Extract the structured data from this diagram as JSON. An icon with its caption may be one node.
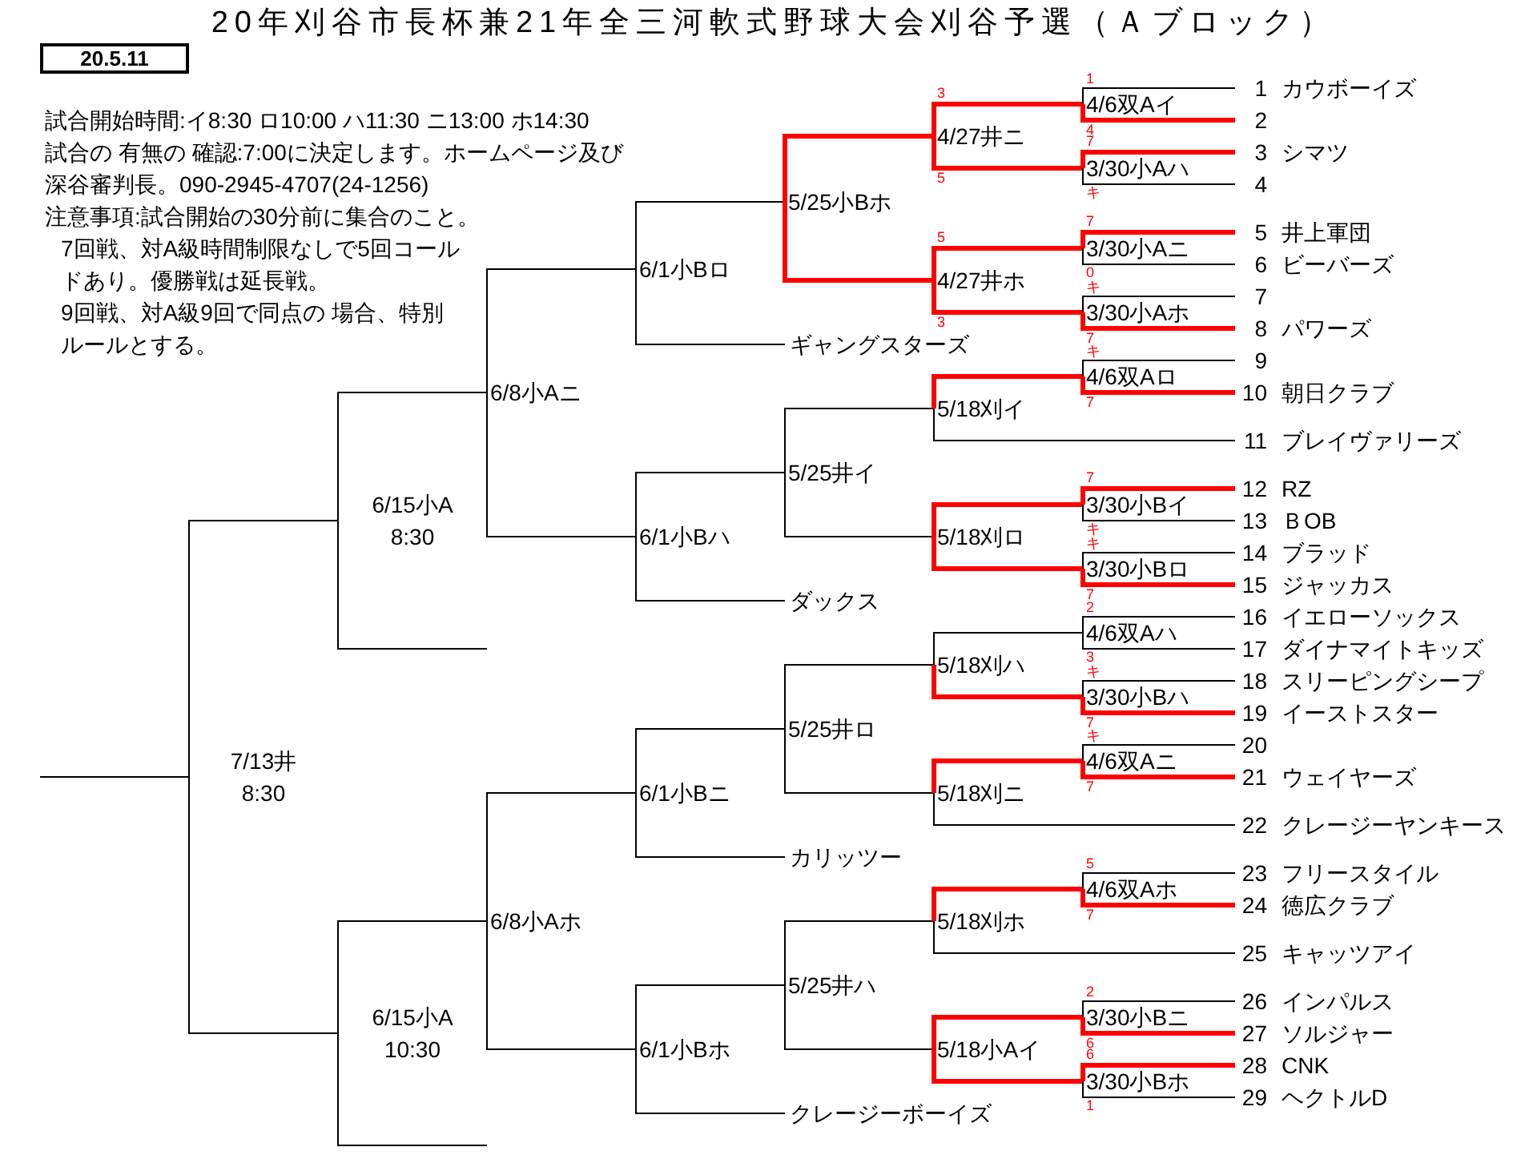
{
  "diagram": {
    "title": "20年刈谷市長杯兼21年全三河軟式野球大会刈谷予選（Ａブロック）",
    "nodes": [
      {
        "text": [
          "20.5.11"
        ]
      },
      {
        "text": [
          "7/13井",
          "8:30"
        ]
      },
      {
        "text": [
          "6/15小A",
          "8:30"
        ]
      },
      {
        "text": [
          "6/15小A",
          "10:30"
        ]
      },
      {
        "text": [
          "6/8小Aニ"
        ]
      },
      {
        "text": [
          "6/8小Aホ"
        ]
      },
      {
        "text": [
          "6/1小Bロ"
        ]
      },
      {
        "text": [
          "6/1小Bハ"
        ]
      },
      {
        "text": [
          "6/1小Bニ"
        ]
      },
      {
        "text": [
          "6/1小Bホ"
        ]
      },
      {
        "text": [
          "5/25小Bホ"
        ]
      },
      {
        "text": [
          "ギャングスターズ"
        ]
      },
      {
        "text": [
          "5/25井イ"
        ]
      },
      {
        "text": [
          "ダックス"
        ]
      },
      {
        "text": [
          "5/25井ロ"
        ]
      },
      {
        "text": [
          "カリッツー"
        ]
      },
      {
        "text": [
          "5/25井ハ"
        ]
      },
      {
        "text": [
          "クレージーボーイズ"
        ]
      },
      {
        "text": [
          "4/27井ニ"
        ]
      },
      {
        "text": [
          "4/27井ホ"
        ]
      },
      {
        "text": [
          "5/18刈イ"
        ]
      },
      {
        "text": [
          "5/18刈ロ"
        ]
      },
      {
        "text": [
          "5/18刈ハ"
        ]
      },
      {
        "text": [
          "5/18刈ニ"
        ]
      },
      {
        "text": [
          "5/18刈ホ"
        ]
      },
      {
        "text": [
          "5/18小Aイ"
        ]
      },
      {
        "text": [
          "4/6双Aイ"
        ]
      },
      {
        "text": [
          "3/30小Aハ"
        ]
      },
      {
        "text": [
          "3/30小Aニ"
        ]
      },
      {
        "text": [
          "3/30小Aホ"
        ]
      },
      {
        "text": [
          "4/6双Aロ"
        ]
      },
      {
        "text": [
          "3/30小Bイ"
        ]
      },
      {
        "text": [
          "3/30小Bロ"
        ]
      },
      {
        "text": [
          "4/6双Aハ"
        ]
      },
      {
        "text": [
          "3/30小Bハ"
        ]
      },
      {
        "text": [
          "4/6双Aニ"
        ]
      },
      {
        "text": [
          "4/6双Aホ"
        ]
      },
      {
        "text": [
          "3/30小Bニ"
        ]
      },
      {
        "text": [
          "3/30小Bホ"
        ]
      },
      {
        "text": [
          "1",
          "カウボーイズ"
        ]
      },
      {
        "text": [
          "2"
        ]
      },
      {
        "text": [
          "3",
          "シマツ"
        ]
      },
      {
        "text": [
          "4"
        ]
      },
      {
        "text": [
          "5",
          "井上軍団"
        ]
      },
      {
        "text": [
          "6",
          "ビーバーズ"
        ]
      },
      {
        "text": [
          "7"
        ]
      },
      {
        "text": [
          "8",
          "パワーズ"
        ]
      },
      {
        "text": [
          "9"
        ]
      },
      {
        "text": [
          "10",
          "朝日クラブ"
        ]
      },
      {
        "text": [
          "11",
          "ブレイヴァリーズ"
        ]
      },
      {
        "text": [
          "12",
          "RZ"
        ]
      },
      {
        "text": [
          "13",
          "ＢOB"
        ]
      },
      {
        "text": [
          "14",
          "ブラッド"
        ]
      },
      {
        "text": [
          "15",
          "ジャッカス"
        ]
      },
      {
        "text": [
          "16",
          "イエローソックス"
        ]
      },
      {
        "text": [
          "17",
          "ダイナマイトキッズ"
        ]
      },
      {
        "text": [
          "18",
          "スリーピングシープ"
        ]
      },
      {
        "text": [
          "19",
          "イーストスター"
        ]
      },
      {
        "text": [
          "20"
        ]
      },
      {
        "text": [
          "21",
          "ウェイヤーズ"
        ]
      },
      {
        "text": [
          "22",
          "クレージーヤンキース"
        ]
      },
      {
        "text": [
          "23",
          "フリースタイル"
        ]
      },
      {
        "text": [
          "24",
          "徳広クラブ"
        ]
      },
      {
        "text": [
          "25",
          "キャッツアイ"
        ]
      },
      {
        "text": [
          "26",
          "インパルス"
        ]
      },
      {
        "text": [
          "27",
          "ソルジャー"
        ]
      },
      {
        "text": [
          "28",
          "CNK"
        ]
      },
      {
        "text": [
          "29",
          "ヘクトルD"
        ]
      }
    ],
    "edges": [
      {
        "from": 1,
        "to": null,
        "arrow": "none"
      },
      {
        "from": 2,
        "to": 1,
        "arrow": "none"
      },
      {
        "from": 3,
        "to": 1,
        "arrow": "none"
      },
      {
        "from": 4,
        "to": 2,
        "arrow": "none"
      },
      {
        "from": null,
        "to": 2,
        "arrow": "none"
      },
      {
        "from": 5,
        "to": 3,
        "arrow": "none"
      },
      {
        "from": null,
        "to": 3,
        "arrow": "none"
      },
      {
        "from": 6,
        "to": 4,
        "arrow": "none"
      },
      {
        "from": 7,
        "to": 4,
        "arrow": "none"
      },
      {
        "from": 8,
        "to": 5,
        "arrow": "none"
      },
      {
        "from": 9,
        "to": 5,
        "arrow": "none"
      },
      {
        "from": 10,
        "to": 6,
        "arrow": "none"
      },
      {
        "from": 11,
        "to": 6,
        "arrow": "none"
      },
      {
        "from": 12,
        "to": 7,
        "arrow": "none"
      },
      {
        "from": 13,
        "to": 7,
        "arrow": "none"
      },
      {
        "from": 14,
        "to": 8,
        "arrow": "none"
      },
      {
        "from": 15,
        "to": 8,
        "arrow": "none"
      },
      {
        "from": 16,
        "to": 9,
        "arrow": "none"
      },
      {
        "from": 17,
        "to": 9,
        "arrow": "none"
      },
      {
        "from": 18,
        "to": 10,
        "arrow": "none",
        "style": "thick",
        "color": "#ff0000"
      },
      {
        "from": 19,
        "to": 10,
        "arrow": "none",
        "style": "thick",
        "color": "#ff0000"
      },
      {
        "from": 20,
        "to": 12,
        "arrow": "none"
      },
      {
        "from": 21,
        "to": 12,
        "arrow": "none"
      },
      {
        "from": 22,
        "to": 14,
        "arrow": "none"
      },
      {
        "from": 23,
        "to": 14,
        "arrow": "none"
      },
      {
        "from": 24,
        "to": 16,
        "arrow": "none"
      },
      {
        "from": 25,
        "to": 16,
        "arrow": "none"
      },
      {
        "from": 26,
        "to": 18,
        "arrow": "none",
        "label": "3",
        "style": "thick",
        "color": "#ff0000"
      },
      {
        "from": 27,
        "to": 18,
        "arrow": "none",
        "label": "5",
        "style": "thick",
        "color": "#ff0000"
      },
      {
        "from": 28,
        "to": 19,
        "arrow": "none",
        "label": "5",
        "style": "thick",
        "color": "#ff0000"
      },
      {
        "from": 29,
        "to": 19,
        "arrow": "none",
        "label": "3",
        "style": "thick",
        "color": "#ff0000"
      },
      {
        "from": 30,
        "to": 20,
        "arrow": "none",
        "style": "thick",
        "color": "#ff0000"
      },
      {
        "from": 49,
        "to": 20,
        "arrow": "none"
      },
      {
        "from": 31,
        "to": 21,
        "arrow": "none",
        "style": "thick",
        "color": "#ff0000"
      },
      {
        "from": 32,
        "to": 21,
        "arrow": "none",
        "style": "thick",
        "color": "#ff0000"
      },
      {
        "from": 33,
        "to": 22,
        "arrow": "none"
      },
      {
        "from": 34,
        "to": 22,
        "arrow": "none",
        "style": "thick",
        "color": "#ff0000"
      },
      {
        "from": 35,
        "to": 23,
        "arrow": "none",
        "style": "thick",
        "color": "#ff0000"
      },
      {
        "from": 60,
        "to": 23,
        "arrow": "none"
      },
      {
        "from": 36,
        "to": 24,
        "arrow": "none",
        "style": "thick",
        "color": "#ff0000"
      },
      {
        "from": 63,
        "to": 24,
        "arrow": "none"
      },
      {
        "from": 37,
        "to": 25,
        "arrow": "none",
        "style": "thick",
        "color": "#ff0000"
      },
      {
        "from": 38,
        "to": 25,
        "arrow": "none",
        "style": "thick",
        "color": "#ff0000"
      },
      {
        "from": 39,
        "to": 26,
        "arrow": "none",
        "label": "1"
      },
      {
        "from": 40,
        "to": 26,
        "arrow": "none",
        "label": "4",
        "style": "thick",
        "color": "#ff0000"
      },
      {
        "from": 41,
        "to": 27,
        "arrow": "none",
        "label": "7",
        "style": "thick",
        "color": "#ff0000"
      },
      {
        "from": 42,
        "to": 27,
        "arrow": "none",
        "label": "キ"
      },
      {
        "from": 43,
        "to": 28,
        "arrow": "none",
        "label": "7",
        "style": "thick",
        "color": "#ff0000"
      },
      {
        "from": 44,
        "to": 28,
        "arrow": "none",
        "label": "0"
      },
      {
        "from": 45,
        "to": 29,
        "arrow": "none",
        "label": "キ"
      },
      {
        "from": 46,
        "to": 29,
        "arrow": "none",
        "label": "7",
        "style": "thick",
        "color": "#ff0000"
      },
      {
        "from": 47,
        "to": 30,
        "arrow": "none",
        "label": "キ"
      },
      {
        "from": 48,
        "to": 30,
        "arrow": "none",
        "label": "7",
        "style": "thick",
        "color": "#ff0000"
      },
      {
        "from": 50,
        "to": 31,
        "arrow": "none",
        "label": "7",
        "style": "thick",
        "color": "#ff0000"
      },
      {
        "from": 51,
        "to": 31,
        "arrow": "none",
        "label": "キ"
      },
      {
        "from": 52,
        "to": 32,
        "arrow": "none",
        "label": "キ"
      },
      {
        "from": 53,
        "to": 32,
        "arrow": "none",
        "label": "7",
        "style": "thick",
        "color": "#ff0000"
      },
      {
        "from": 54,
        "to": 33,
        "arrow": "none",
        "label": "2"
      },
      {
        "from": 55,
        "to": 33,
        "arrow": "none",
        "label": "3"
      },
      {
        "from": 56,
        "to": 34,
        "arrow": "none",
        "label": "キ"
      },
      {
        "from": 57,
        "to": 34,
        "arrow": "none",
        "label": "7",
        "style": "thick",
        "color": "#ff0000"
      },
      {
        "from": 58,
        "to": 35,
        "arrow": "none",
        "label": "キ"
      },
      {
        "from": 59,
        "to": 35,
        "arrow": "none",
        "label": "7",
        "style": "thick",
        "color": "#ff0000"
      },
      {
        "from": 61,
        "to": 36,
        "arrow": "none",
        "label": "5"
      },
      {
        "from": 62,
        "to": 36,
        "arrow": "none",
        "label": "7",
        "style": "thick",
        "color": "#ff0000"
      },
      {
        "from": 64,
        "to": 37,
        "arrow": "none",
        "label": "2"
      },
      {
        "from": 65,
        "to": 37,
        "arrow": "none",
        "label": "6",
        "style": "thick",
        "color": "#ff0000"
      },
      {
        "from": 66,
        "to": 38,
        "arrow": "none",
        "label": "6",
        "style": "thick",
        "color": "#ff0000"
      },
      {
        "from": 67,
        "to": 38,
        "arrow": "none",
        "label": "1"
      }
    ],
    "labels": [
      "試合開始時間:イ8:30 ロ10:00 ハ11:30 ニ13:00 ホ14:30",
      "試合の 有無の 確認:7:00に決定します。ホームページ及び深谷審判長。090-2945-4707(24-1256)",
      "注意事項:試合開始の30分前に集合のこと。",
      "7回戦、対A級時間制限なしで5回コールドあり。優勝戦は延長戦。",
      "9回戦、対A級9回で同点の 場合、特別ルールとする。"
    ]
  }
}
